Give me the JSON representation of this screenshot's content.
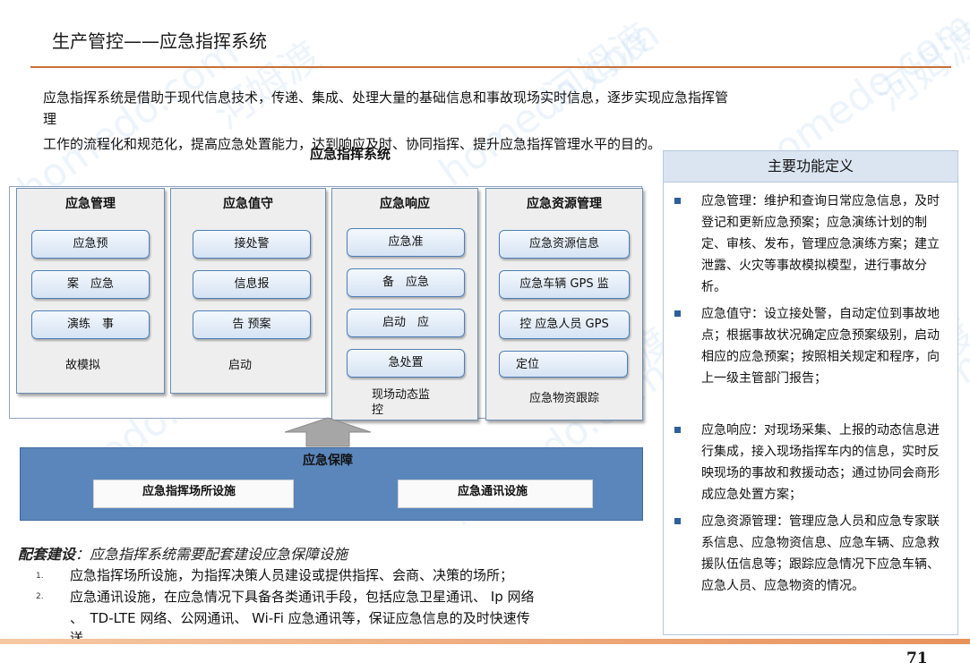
{
  "title": "生产管控——应急指挥系统",
  "intro": {
    "line1": "应急指挥系统是借助于现代信息技术，传递、集成、处理大量的基础信息和事故现场实时信息，逐步实现应急指挥管",
    "line2": "理",
    "line3": "工作的流程化和规范化，提高应急处置能力，达到响应及时、协同指挥、提升应急指挥管理水平的目的。"
  },
  "system": {
    "title": "应急指挥系统",
    "columns": [
      {
        "header": "应急管理",
        "items": [
          "应急预",
          "案　应急",
          "演练　事"
        ],
        "footer": "故模拟"
      },
      {
        "header": "应急值守",
        "items": [
          "接处警",
          "信息报",
          "告 预案"
        ],
        "footer": "启动"
      },
      {
        "header": "应急响应",
        "items": [
          "应急准",
          "备　应急",
          "启动　应",
          "急处置"
        ],
        "footer": "现场动态监控"
      },
      {
        "header": "应急资源管理",
        "items": [
          "应急资源信息",
          "应急车辆 GPS 监",
          "控 应急人员 GPS",
          "定位"
        ],
        "footer": "应急物资跟踪"
      }
    ],
    "guarantee": {
      "title": "应急保障",
      "items": [
        "应急指挥场所设施",
        "应急通讯设施"
      ]
    }
  },
  "functions": {
    "header": "主要功能定义",
    "items": [
      "应急管理：维护和查询日常应急信息，及时登记和更新应急预案；应急演练计划的制定、审核、发布，管理应急演练方案；建立泄露、火灾等事故模拟模型，进行事故分析。",
      "应急值守：设立接处警，自动定位到事故地点；根据事故状况确定应急预案级别，启动相应的应急预案；按照相关规定和程序，向上一级主管部门报告；",
      "应急响应：对现场采集、上报的动态信息进行集成，接入现场指挥车内的信息，实时反映现场的事故和救援动态；通过协同会商形成应急处置方案；",
      "应急资源管理：管理应急人员和应急专家联系信息、应急物资信息、应急车辆、应急救援队伍信息等；跟踪应急情况下应急车辆、应急人员、应急物资的情况。"
    ]
  },
  "support": {
    "heading_bold": "配套建设",
    "heading_rest": "：应急指挥系统需要配套建设应急保障设施",
    "points": [
      {
        "num": "1.",
        "lines": [
          "应急指挥场所设施，为指挥决策人员建设或提供指挥、会商、决策的场所；"
        ]
      },
      {
        "num": "2.",
        "lines": [
          "应急通讯设施，在应急情况下具备各类通讯手段，包括应急卫星通讯、 Ip 网络",
          "、　TD-LTE 网络、公网通讯、 Wi-Fi 应急通讯等，保证应急信息的及时快速传",
          "送。"
        ]
      }
    ]
  },
  "page_number": "71",
  "watermark": {
    "text1": "河姆渡",
    "text2": "homedo.com"
  },
  "colors": {
    "accent": "#c8703a",
    "blue": "#5b86bb",
    "header_fill": "#dbe5f1"
  }
}
